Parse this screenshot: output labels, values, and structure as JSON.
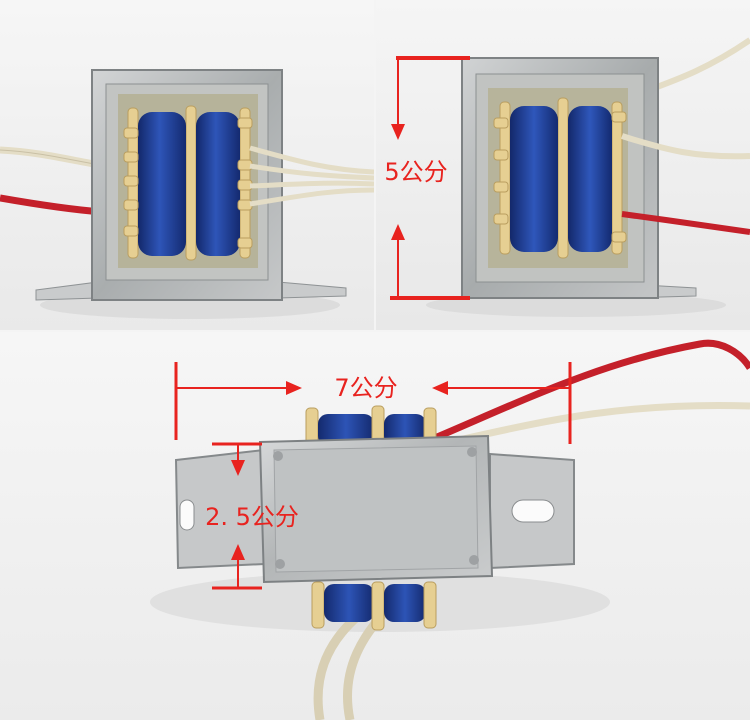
{
  "dimensions": {
    "height_label": "5公分",
    "width_label": "7公分",
    "depth_label": "2. 5公分"
  },
  "colors": {
    "annotation": "#e8231f",
    "coil": "#1f3f9a",
    "bobbin": "#e6cf92",
    "steel": "#b9bcbd",
    "red_wire": "#c4202a",
    "white_wire": "#e4ddc6",
    "background": "#f4f4f4"
  }
}
